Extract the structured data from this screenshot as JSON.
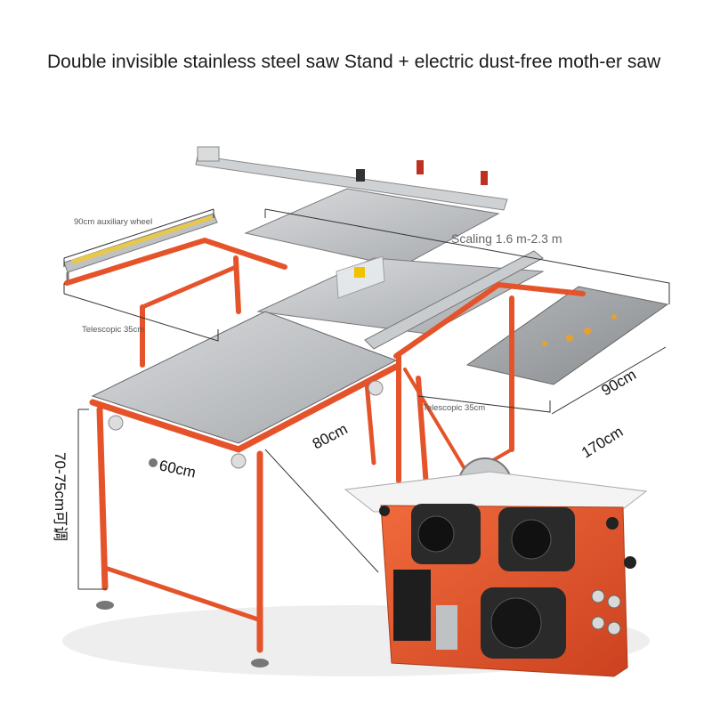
{
  "title": "Double invisible stainless steel saw Stand + electric dust-free moth-er saw",
  "labels": {
    "aux_wheel": "90cm auxiliary wheel",
    "scaling": "Scaling 1.6 m-2.3 m",
    "telescopic_left": "Telescopic 35cm",
    "telescopic_right": "Telescopic 35cm",
    "width_90": "90cm",
    "width_80": "80cm",
    "width_60": "60cm",
    "length_170": "170cm",
    "height_adjust": "70-75cm可调"
  },
  "colors": {
    "frame": "#e5532a",
    "table": "#b9bcbf",
    "motor": "#2a2a2a",
    "dim_line": "#333333"
  }
}
